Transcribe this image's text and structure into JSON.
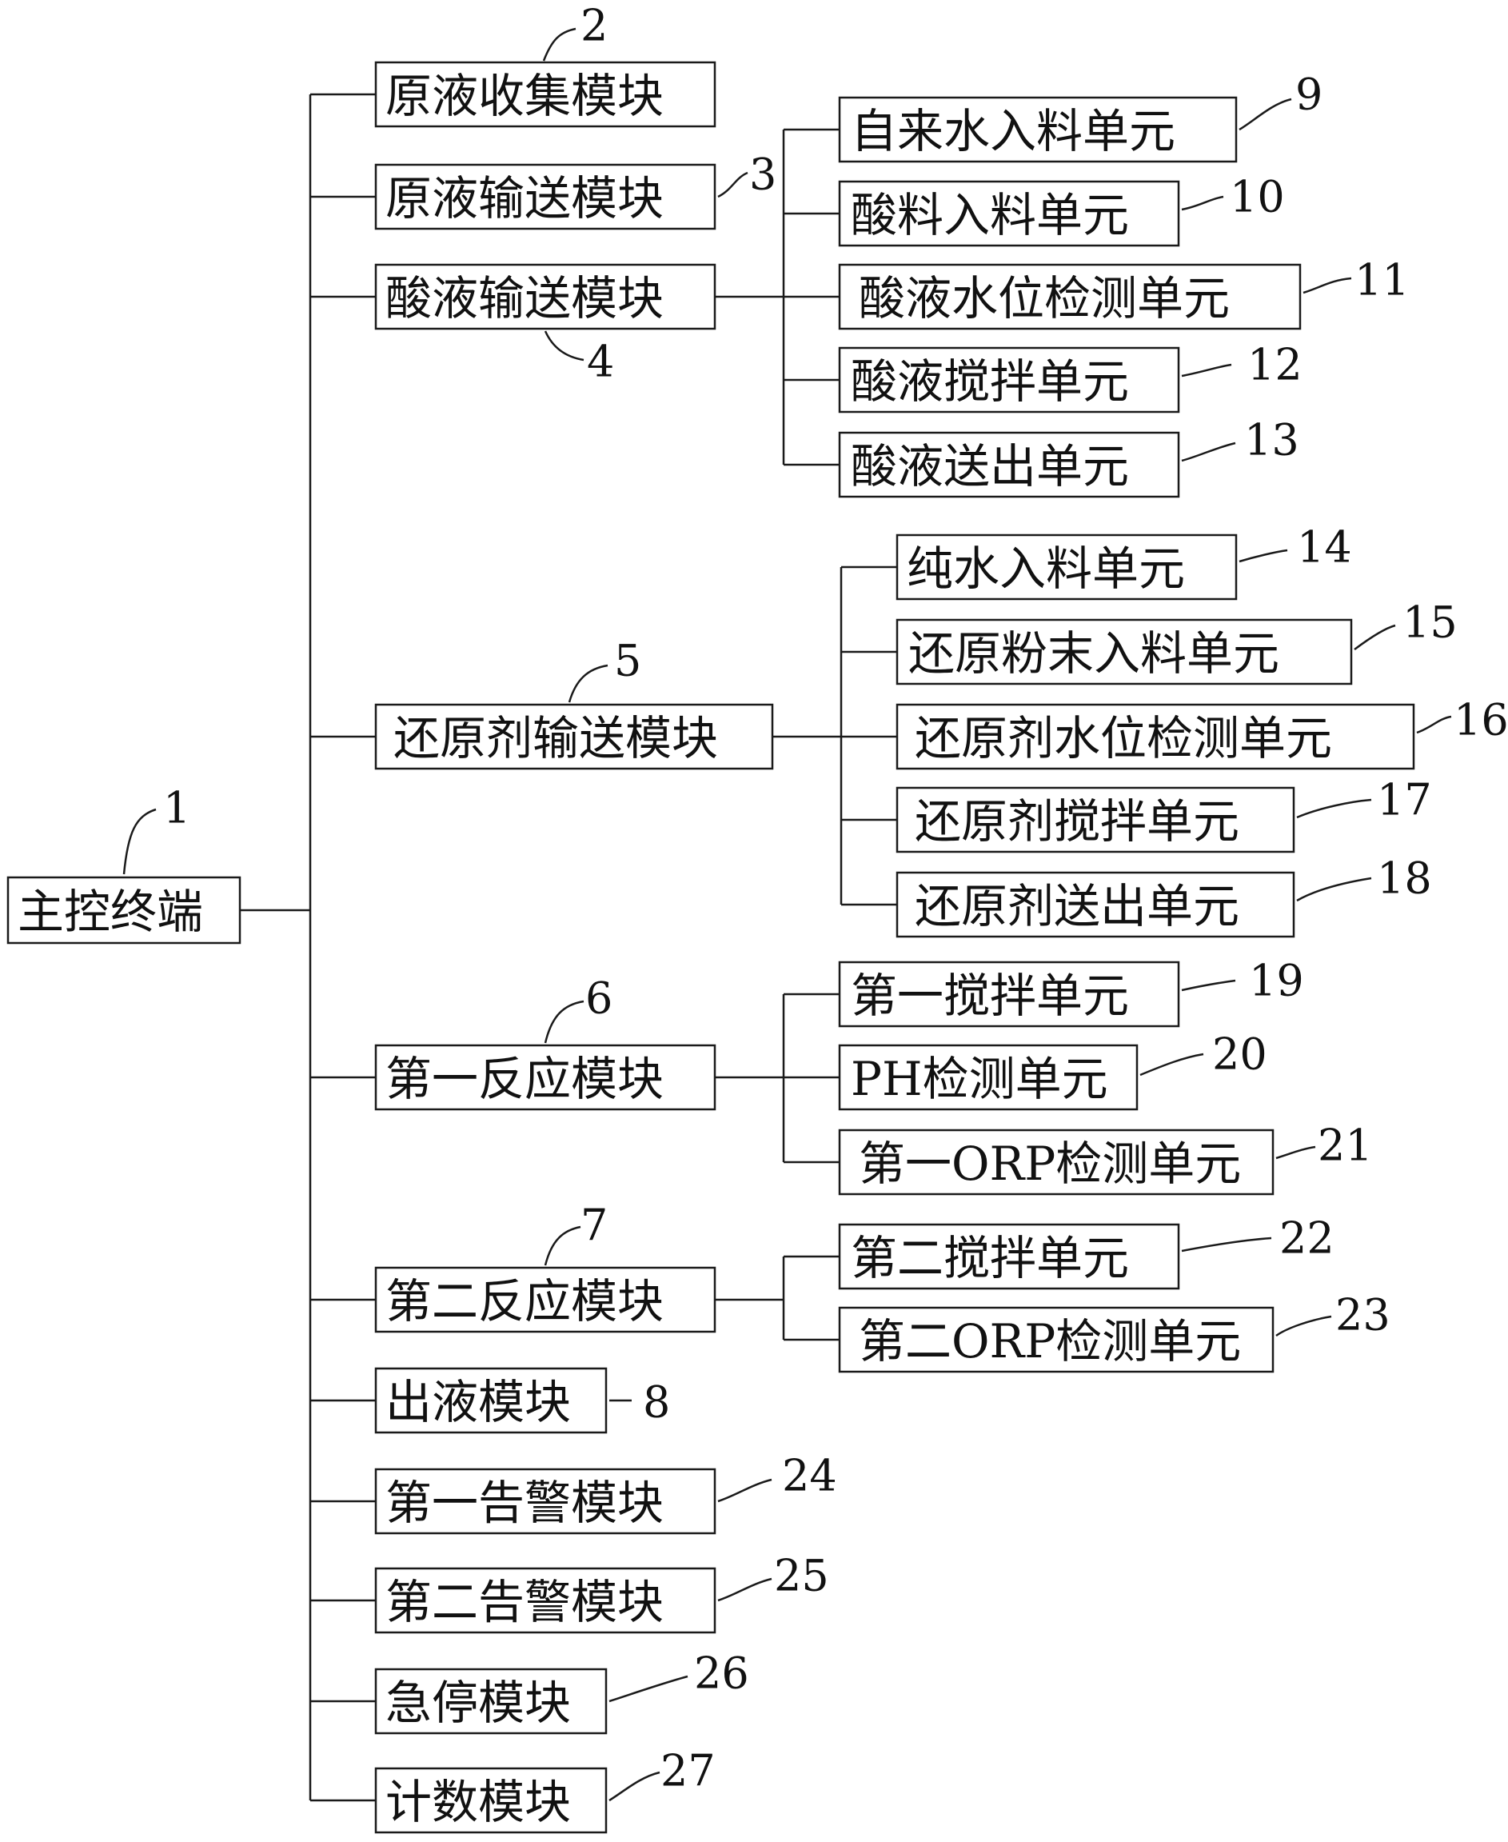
{
  "colors": {
    "stroke": "#1a1a1a",
    "text": "#111111",
    "background": "#ffffff"
  },
  "nodes": [
    {
      "id": "n1",
      "label": "主控终端",
      "ref": "1"
    },
    {
      "id": "n2",
      "label": "原液收集模块",
      "ref": "2"
    },
    {
      "id": "n3",
      "label": "原液输送模块",
      "ref": "3"
    },
    {
      "id": "n4",
      "label": "酸液输送模块",
      "ref": "4"
    },
    {
      "id": "n5",
      "label": "还原剂输送模块",
      "ref": "5"
    },
    {
      "id": "n6",
      "label": "第一反应模块",
      "ref": "6"
    },
    {
      "id": "n7",
      "label": "第二反应模块",
      "ref": "7"
    },
    {
      "id": "n8",
      "label": "出液模块",
      "ref": "8"
    },
    {
      "id": "n24",
      "label": "第一告警模块",
      "ref": "24"
    },
    {
      "id": "n25",
      "label": "第二告警模块",
      "ref": "25"
    },
    {
      "id": "n26",
      "label": "急停模块",
      "ref": "26"
    },
    {
      "id": "n27",
      "label": "计数模块",
      "ref": "27"
    },
    {
      "id": "n9",
      "label": "自来水入料单元",
      "ref": "9"
    },
    {
      "id": "n10",
      "label": "酸料入料单元",
      "ref": "10"
    },
    {
      "id": "n11",
      "label": "酸液水位检测单元",
      "ref": "11"
    },
    {
      "id": "n12",
      "label": "酸液搅拌单元",
      "ref": "12"
    },
    {
      "id": "n13",
      "label": "酸液送出单元",
      "ref": "13"
    },
    {
      "id": "n14",
      "label": "纯水入料单元",
      "ref": "14"
    },
    {
      "id": "n15",
      "label": "还原粉末入料单元",
      "ref": "15"
    },
    {
      "id": "n16",
      "label": "还原剂水位检测单元",
      "ref": "16"
    },
    {
      "id": "n17",
      "label": "还原剂搅拌单元",
      "ref": "17"
    },
    {
      "id": "n18",
      "label": "还原剂送出单元",
      "ref": "18"
    },
    {
      "id": "n19",
      "label": "第一搅拌单元",
      "ref": "19"
    },
    {
      "id": "n20",
      "label": "PH检测单元",
      "ref": "20"
    },
    {
      "id": "n21",
      "label": "第一ORP检测单元",
      "ref": "21"
    },
    {
      "id": "n22",
      "label": "第二搅拌单元",
      "ref": "22"
    },
    {
      "id": "n23",
      "label": "第二ORP检测单元",
      "ref": "23"
    }
  ],
  "edges": [
    {
      "from": "n1",
      "to": [
        "n2",
        "n3",
        "n4",
        "n5",
        "n6",
        "n7",
        "n8",
        "n24",
        "n25",
        "n26",
        "n27"
      ]
    },
    {
      "from": "n4",
      "to": [
        "n9",
        "n10",
        "n11",
        "n12",
        "n13"
      ]
    },
    {
      "from": "n5",
      "to": [
        "n14",
        "n15",
        "n16",
        "n17",
        "n18"
      ]
    },
    {
      "from": "n6",
      "to": [
        "n19",
        "n20",
        "n21"
      ]
    },
    {
      "from": "n7",
      "to": [
        "n22",
        "n23"
      ]
    }
  ]
}
